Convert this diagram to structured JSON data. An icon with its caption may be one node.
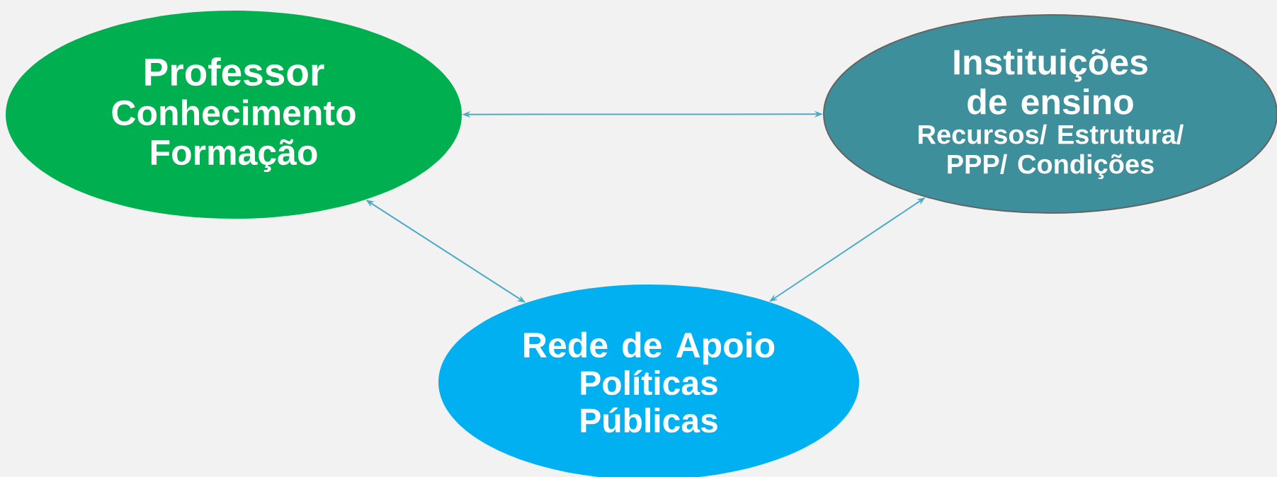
{
  "diagram": {
    "nodes": [
      {
        "text": [
          "Professor",
          "Conhecimento",
          "Formação"
        ]
      },
      {
        "text": [
          "Instituições de ensino",
          "Recursos/ Estrutura/ PPP/ Condições"
        ]
      },
      {
        "text": [
          "Rede de Apoio",
          "Políticas Públicas"
        ]
      }
    ],
    "edges": [
      {
        "from": 0,
        "to": 1,
        "arrow": "both"
      },
      {
        "from": 0,
        "to": 2,
        "arrow": "both"
      },
      {
        "from": 1,
        "to": 2,
        "arrow": "both"
      }
    ]
  }
}
